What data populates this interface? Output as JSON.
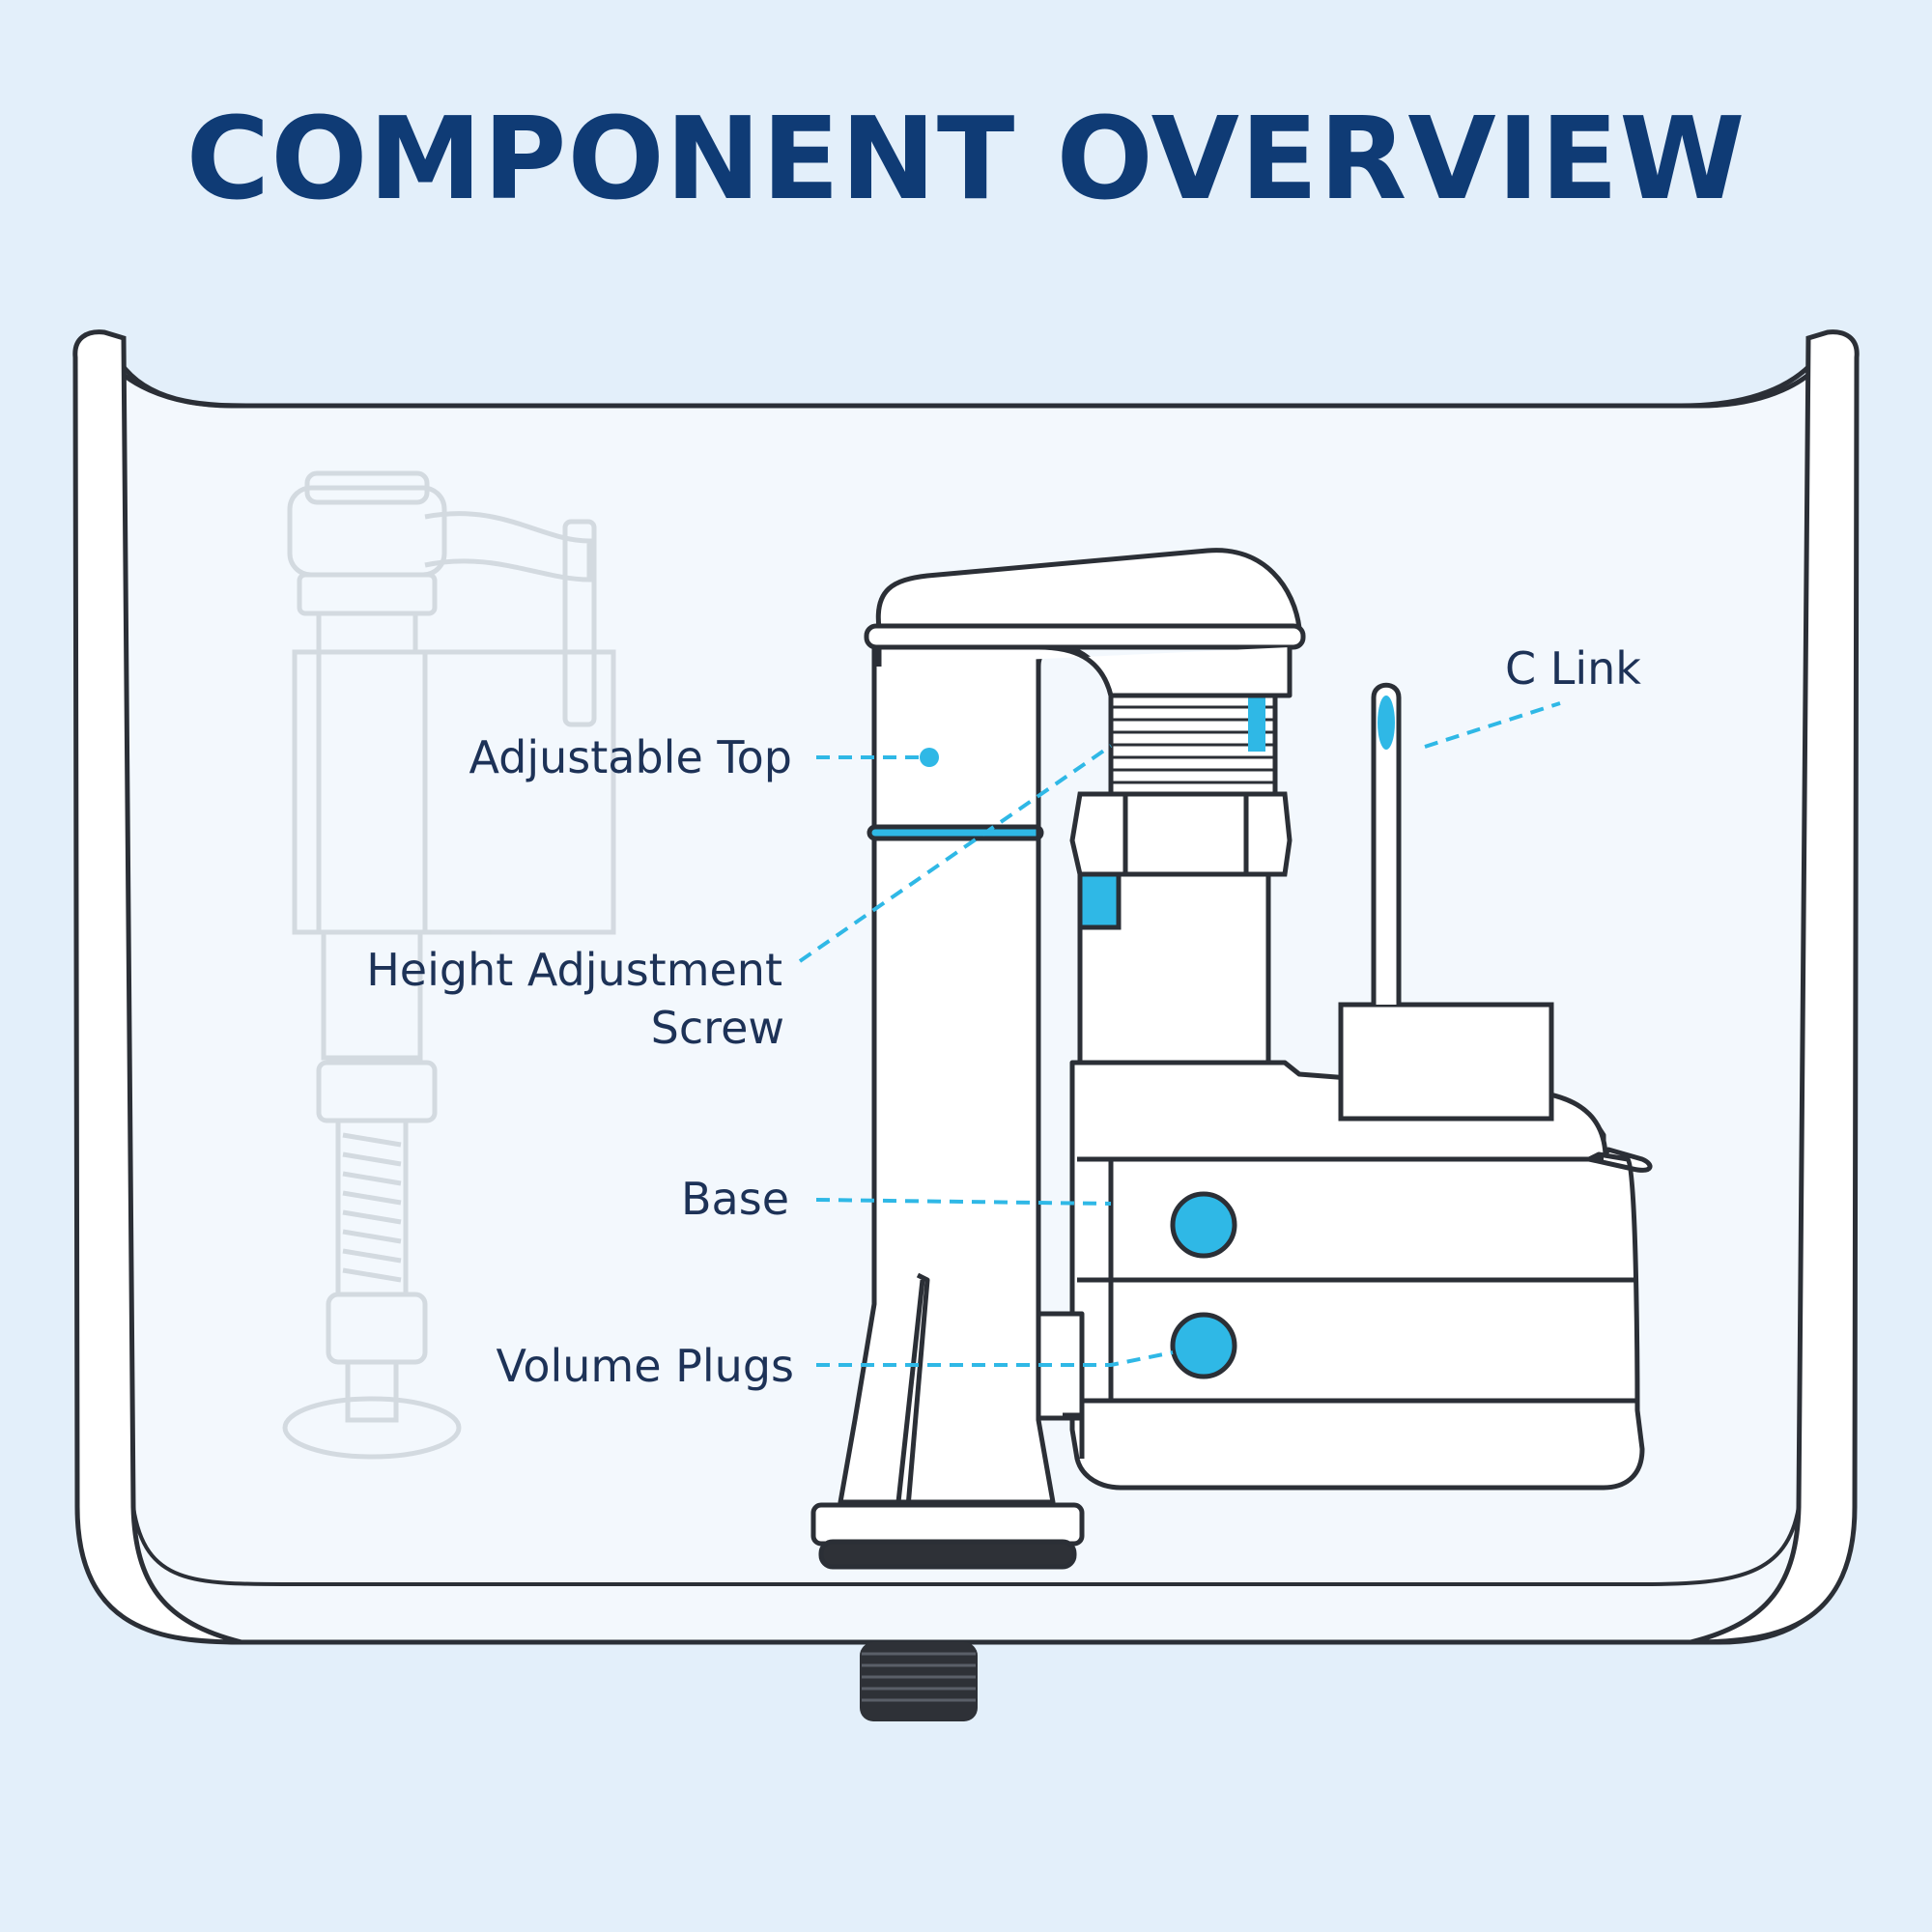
{
  "title": "COMPONENT OVERVIEW",
  "labels": {
    "adjustable_top": "Adjustable Top",
    "height_adjustment_line1": "Height Adjustment",
    "height_adjustment_line2": "Screw",
    "base": "Base",
    "volume_plugs": "Volume Plugs",
    "c_link": "C Link"
  },
  "colors": {
    "background": "#e3effa",
    "title": "#0f3b75",
    "outline": "#2b2f36",
    "accent": "#2fb8e6",
    "label": "#1d3257"
  }
}
